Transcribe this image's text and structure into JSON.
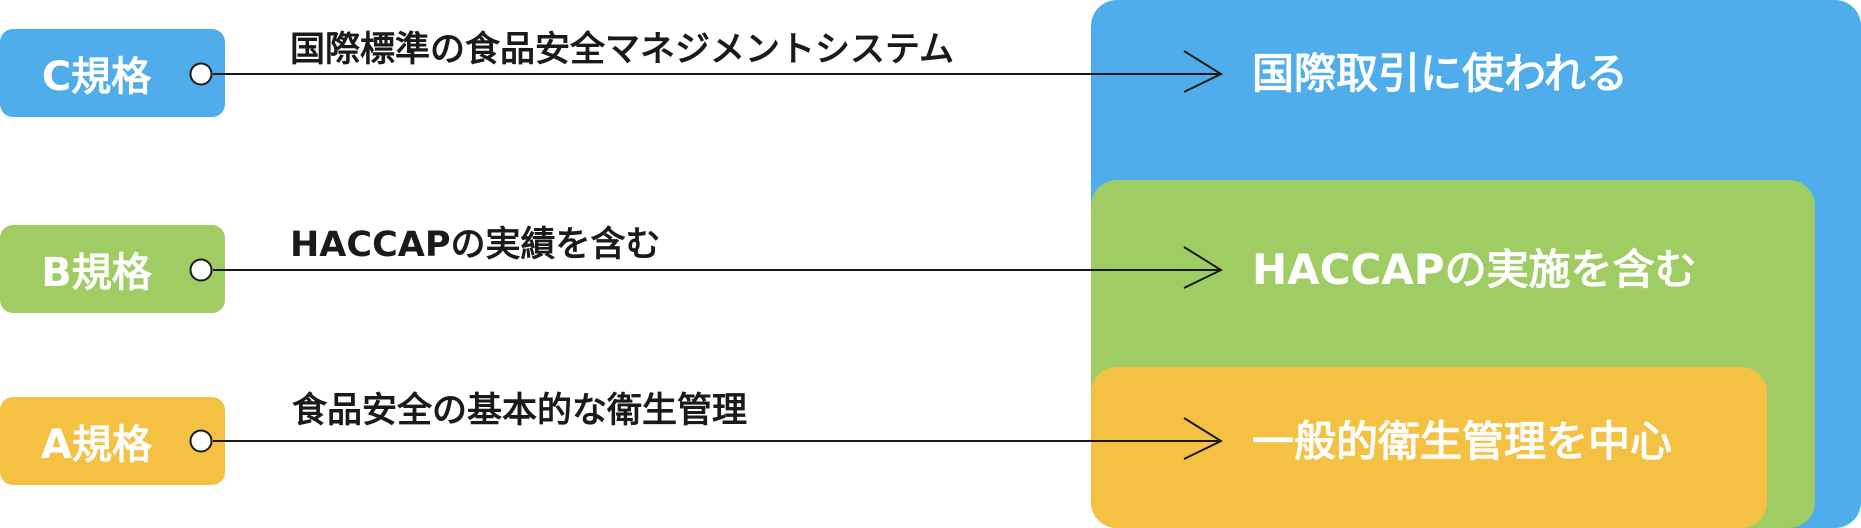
{
  "standards": [
    {
      "id": "c",
      "label": "C規格",
      "description": "国際標準の食品安全マネジメントシステム",
      "panel_text": "国際取引に使われる",
      "color": "#4eadea"
    },
    {
      "id": "b",
      "label": "B規格",
      "description": "HACCAPの実績を含む",
      "panel_text": "HACCAPの実施を含む",
      "color": "#a0cd63"
    },
    {
      "id": "a",
      "label": "A規格",
      "description": "食品安全の基本的な衛生管理",
      "panel_text": "一般的衛生管理を中心",
      "color": "#f5c143"
    }
  ]
}
